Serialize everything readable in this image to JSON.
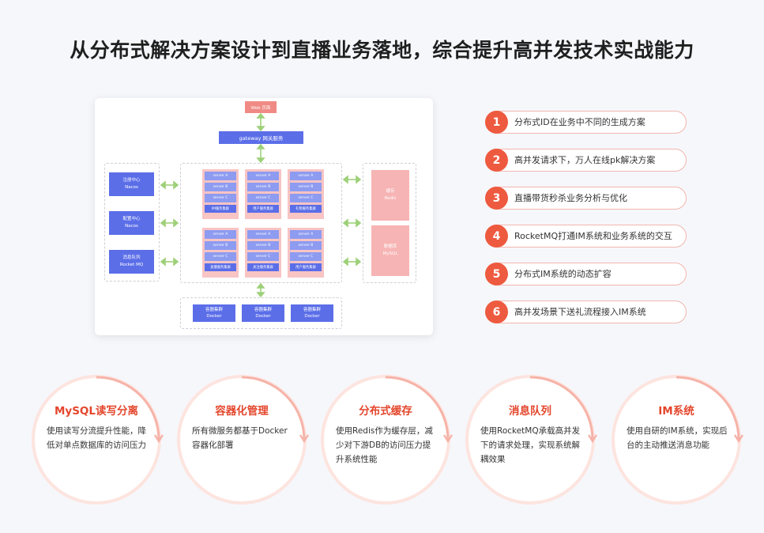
{
  "title": "从分布式解决方案设计到直播业务落地，综合提升高并发技术实战能力",
  "arch": {
    "web": "Web 页面",
    "gateway": "gateway 网关服务",
    "left": [
      {
        "l1": "注册中心",
        "l2": "Nacos"
      },
      {
        "l1": "配置中心",
        "l2": "Nacos"
      },
      {
        "l1": "消息队列",
        "l2": "Rocket MQ"
      }
    ],
    "server_labels": [
      "server A",
      "server B",
      "server C"
    ],
    "clusters": [
      "IM服务集群",
      "用户服务集群",
      "礼物服务集群",
      "直播服务集群",
      "关注服务集群",
      "用户服务集群"
    ],
    "cache": {
      "l1": "缓存",
      "l2": "Redis"
    },
    "db": {
      "l1": "数据库",
      "l2": "MySQL"
    },
    "docker": [
      {
        "l1": "容器集群",
        "l2": "Docker"
      },
      {
        "l1": "容器集群",
        "l2": "Docker"
      },
      {
        "l1": "容器集群",
        "l2": "Docker"
      }
    ]
  },
  "features": [
    {
      "num": "1",
      "text": "分布式ID在业务中不同的生成方案"
    },
    {
      "num": "2",
      "text": "高并发请求下，万人在线pk解决方案"
    },
    {
      "num": "3",
      "text": "直播带货秒杀业务分析与优化"
    },
    {
      "num": "4",
      "text": "RocketMQ打通IM系统和业务系统的交互"
    },
    {
      "num": "5",
      "text": "分布式IM系统的动态扩容"
    },
    {
      "num": "6",
      "text": "高并发场景下送礼流程接入IM系统"
    }
  ],
  "circles": [
    {
      "title": "MySQL读写分离",
      "desc": "使用读写分流提升性能，降低对单点数据库的访问压力"
    },
    {
      "title": "容器化管理",
      "desc": "所有微服务都基于Docker容器化部署"
    },
    {
      "title": "分布式缓存",
      "desc": "使用Redis作为缓存层，减少对下游DB的访问压力提升系统性能"
    },
    {
      "title": "消息队列",
      "desc": "使用RocketMQ承载高并发下的请求处理，实现系统解耦效果"
    },
    {
      "title": "IM系统",
      "desc": "使用自研的IM系统，实现后台的主动推送消息功能"
    }
  ],
  "colors": {
    "accent": "#ee5a3f",
    "blue": "#5b6ee8",
    "pink": "#f8c4c4",
    "arrow_green": "#9ed07a"
  }
}
